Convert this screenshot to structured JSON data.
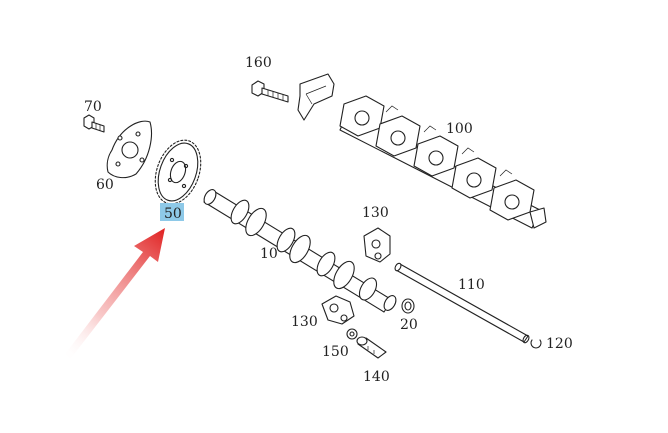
{
  "labels": {
    "p160": "160",
    "p70": "70",
    "p100": "100",
    "p60": "60",
    "p50": "50",
    "p130a": "130",
    "p10": "10",
    "p110": "110",
    "p130b": "130",
    "p20": "20",
    "p150": "150",
    "p120": "120",
    "p140": "140"
  },
  "colors": {
    "highlight": "#8ec9e8",
    "arrow": "#e02020",
    "line": "#222222"
  }
}
